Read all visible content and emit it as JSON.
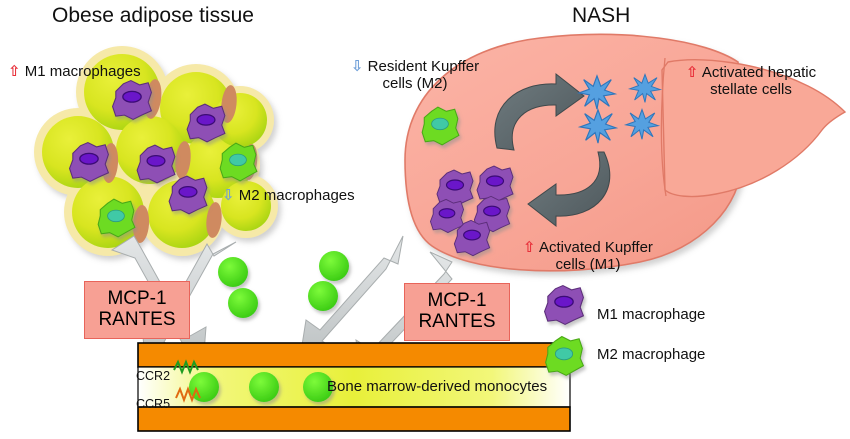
{
  "titles": {
    "left": "Obese adipose tissue",
    "right": "NASH"
  },
  "labels": {
    "m1_macrophages": {
      "arrow": "⇧",
      "arrow_dir": "up",
      "text": "M1  macrophages"
    },
    "m2_macrophages": {
      "arrow": "⇩",
      "arrow_dir": "down",
      "text": "M2  macrophages"
    },
    "resident_kupffer": {
      "arrow": "⇩",
      "arrow_dir": "down",
      "line1": "Resident Kupffer",
      "line2": "cells (M2)"
    },
    "activated_kupffer": {
      "arrow": "⇧",
      "arrow_dir": "up",
      "line1": "Activated Kupffer",
      "line2": "cells (M1)"
    },
    "activated_stellate": {
      "arrow": "⇧",
      "arrow_dir": "up",
      "line1": "Activated hepatic",
      "line2": "stellate cells"
    }
  },
  "chemokine_boxes": [
    {
      "id": "left",
      "line1": "MCP-1",
      "line2": "RANTES"
    },
    {
      "id": "right",
      "line1": "MCP-1",
      "line2": "RANTES"
    }
  ],
  "vessel": {
    "receptors": [
      "CCR2",
      "CCR5"
    ],
    "caption": "Bone marrow-derived monocytes"
  },
  "legend": [
    {
      "key": "m1",
      "label": "M1 macrophage"
    },
    {
      "key": "m2",
      "label": "M2 macrophage"
    }
  ],
  "colors": {
    "liver": "#f8a596",
    "liver_edge": "#e07a67",
    "adipocyte_rim": "#f6e9a8",
    "adipocyte_fill": "#cfe01e",
    "adipocyte_nucleus": "#cf8a60",
    "m1_body": "#8e4fb5",
    "m1_nucleus": "#6a12c9",
    "m2_body": "#6ddb22",
    "m2_nucleus": "#3fc9a6",
    "monocyte": "#4ddd22",
    "stellate": "#55a0e0",
    "cycle_arrow": "#5e6a6e",
    "big_arrow": "#d2d5d6",
    "vessel_wall": "#f58a00",
    "vessel_lumen_a": "#ffffff",
    "vessel_lumen_b": "#e8f03a",
    "chemokine_box": "#f7a094",
    "chemokine_border": "#e8645a",
    "red_arrow": "#e8303a",
    "blue_arrow": "#6f9fd8",
    "ccr2_squiggle": "#1f9c20",
    "ccr5_squiggle": "#e06a10"
  },
  "counts": {
    "adipocytes": 9,
    "m1_in_adipose": 5,
    "m2_in_adipose": 2,
    "m1_in_liver": 5,
    "m2_in_liver": 1,
    "stellate_cells": 4,
    "free_monocytes": 4,
    "lumen_monocytes": 3
  }
}
